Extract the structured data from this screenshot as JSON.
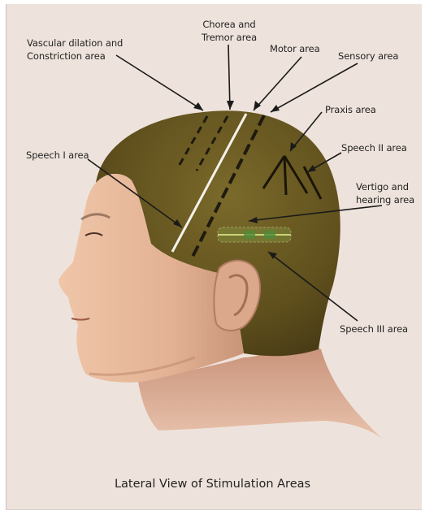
{
  "labels": {
    "vascular": [
      "Vascular dilation and",
      "Constriction area"
    ],
    "chorea": [
      "Chorea and",
      "Tremor area"
    ],
    "motor": "Motor area",
    "sensory": "Sensory area",
    "praxis": "Praxis area",
    "speech1": "Speech I area",
    "speech2": "Speech II area",
    "vertigo": [
      "Vertigo and",
      "hearing area"
    ],
    "speech3": "Speech III area"
  },
  "caption": "Lateral View of Stimulation Areas",
  "colors": {
    "background": "#eee3dc",
    "hair": "#6b5a22",
    "skin": "#e6b79a",
    "leader_line": "#1a1a1a",
    "dashed_area": "#1f1a0e"
  }
}
